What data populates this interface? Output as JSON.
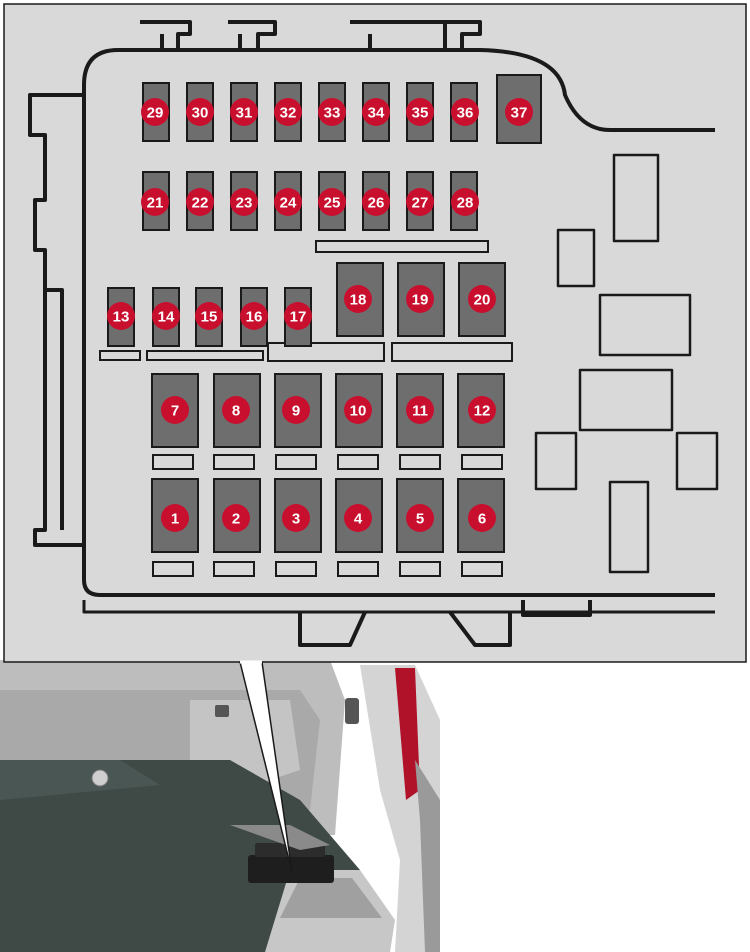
{
  "colors": {
    "panel_background": "#d9d9d9",
    "fuse_body": "#6e6e6e",
    "fuse_badge": "#c8102e",
    "outline": "#1a1a1a",
    "badge_text": "#ffffff"
  },
  "fuses": [
    {
      "label": "1"
    },
    {
      "label": "2"
    },
    {
      "label": "3"
    },
    {
      "label": "4"
    },
    {
      "label": "5"
    },
    {
      "label": "6"
    },
    {
      "label": "7"
    },
    {
      "label": "8"
    },
    {
      "label": "9"
    },
    {
      "label": "10"
    },
    {
      "label": "11"
    },
    {
      "label": "12"
    },
    {
      "label": "13"
    },
    {
      "label": "14"
    },
    {
      "label": "15"
    },
    {
      "label": "16"
    },
    {
      "label": "17"
    },
    {
      "label": "18"
    },
    {
      "label": "19"
    },
    {
      "label": "20"
    },
    {
      "label": "21"
    },
    {
      "label": "22"
    },
    {
      "label": "23"
    },
    {
      "label": "24"
    },
    {
      "label": "25"
    },
    {
      "label": "26"
    },
    {
      "label": "27"
    },
    {
      "label": "28"
    },
    {
      "label": "29"
    },
    {
      "label": "30"
    },
    {
      "label": "31"
    },
    {
      "label": "32"
    },
    {
      "label": "33"
    },
    {
      "label": "34"
    },
    {
      "label": "35"
    },
    {
      "label": "36"
    },
    {
      "label": "37"
    }
  ],
  "icons": {
    "location_illustration": "car-cargo-area-illustration",
    "callout": "callout-pointer-icon"
  }
}
